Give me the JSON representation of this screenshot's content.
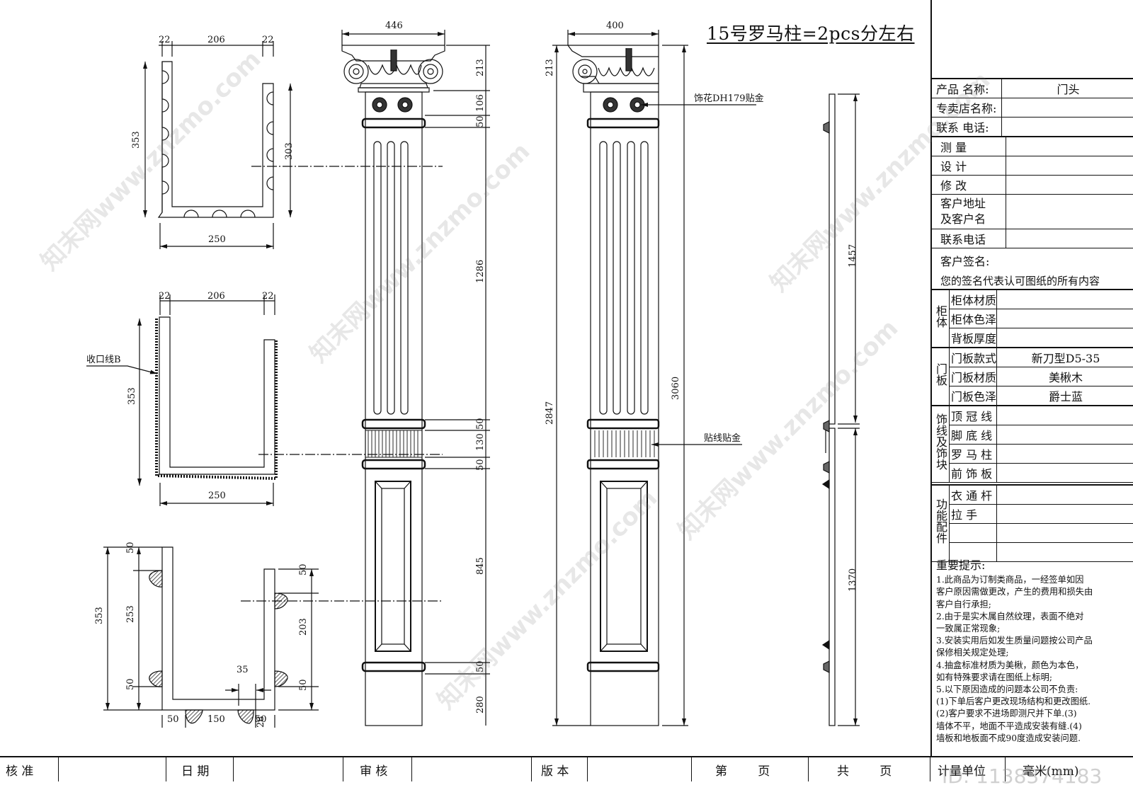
{
  "title": "15号罗马柱=2pcs分左右",
  "sections": {
    "section_a": {
      "top_dims": [
        "22",
        "206",
        "22"
      ],
      "height_left": "353",
      "height_right": "303",
      "bottom_width": "250"
    },
    "section_b": {
      "top_dims": [
        "22",
        "206",
        "22"
      ],
      "height_left": "353",
      "bottom_width": "250",
      "callout": "收口线B"
    },
    "section_c": {
      "left_dims": [
        "353",
        "50",
        "253",
        "50"
      ],
      "right_dims": [
        "50",
        "203",
        "50"
      ],
      "inner_dim": "35",
      "side_dim": "28",
      "bottom_dims": [
        "50",
        "150",
        "50"
      ]
    }
  },
  "front_elevation": {
    "width": "446",
    "segments": [
      "213",
      "106",
      "50",
      "1286",
      "50",
      "130",
      "50",
      "845",
      "50",
      "280"
    ]
  },
  "side_elevation": {
    "width": "400",
    "cap_height": "213",
    "overall_left": "2847",
    "overall_right": "3060",
    "callout_flower": "饰花DH179贴金",
    "callout_line": "贴线贴金"
  },
  "profile": {
    "upper": "1457",
    "lower": "1370"
  },
  "info_panel": {
    "rows_top": [
      {
        "label": "产品  名称:",
        "value": "门头"
      },
      {
        "label": "专卖店名称:",
        "value": ""
      },
      {
        "label": "联系  电话:",
        "value": ""
      }
    ],
    "rows_mid": [
      {
        "label": "测    量",
        "value": ""
      },
      {
        "label": "设    计",
        "value": ""
      },
      {
        "label": "修    改",
        "value": ""
      },
      {
        "label": "客户地址\n及客户名",
        "value": ""
      },
      {
        "label": "联系电话",
        "value": ""
      }
    ],
    "signature_label": "客户签名:",
    "signature_note": "您的签名代表认可图纸的所有内容",
    "groups": [
      {
        "name": "柜体",
        "rows": [
          {
            "label": "柜体材质",
            "value": ""
          },
          {
            "label": "柜体色泽",
            "value": ""
          },
          {
            "label": "背板厚度",
            "value": ""
          }
        ]
      },
      {
        "name": "门板",
        "rows": [
          {
            "label": "门板款式",
            "value": "新刀型D5-35"
          },
          {
            "label": "门板材质",
            "value": "美楸木"
          },
          {
            "label": "门板色泽",
            "value": "爵士蓝"
          }
        ]
      },
      {
        "name": "饰线及饰块",
        "rows": [
          {
            "label": "顶 冠 线",
            "value": ""
          },
          {
            "label": "脚 底 线",
            "value": ""
          },
          {
            "label": "罗 马 柱",
            "value": ""
          },
          {
            "label": "前 饰 板",
            "value": ""
          }
        ]
      },
      {
        "name": "功能配件",
        "rows": [
          {
            "label": "衣 通 杆",
            "value": ""
          },
          {
            "label": "拉    手",
            "value": ""
          },
          {
            "label": "",
            "value": ""
          },
          {
            "label": "",
            "value": ""
          }
        ]
      }
    ],
    "notes_heading": "重要提示:",
    "notes": [
      "1.此商品为订制类商品，一经签单如因",
      "客户原因需做更改，产生的费用和损失由",
      "客户自行承担;",
      "2.由于是实木属自然纹理，表面不绝对",
      "一致属正常现象;",
      "3.安装实用后如发生质量问题按公司产品",
      "保修相关规定处理;",
      "4.抽盒标准材质为美楸，颜色为本色，",
      "如有特殊要求请在图纸上标明;",
      "5.以下原因造成的问题本公司不负责:",
      "(1)下单后客户更改现场结构和更改图纸.",
      "(2)客户要求不进场即测尺并下单.(3)",
      "墙体不平，地面不平造成安装有缝.(4)",
      "墙板和地板面不成90度造成安装问题."
    ]
  },
  "footer": {
    "approve": "核  准",
    "date": "日  期",
    "review": "审  核",
    "version": "版  本",
    "page_no": "第        页",
    "page_total": "共        页",
    "unit_label": "计量单位",
    "unit_value": "毫米(mm)"
  },
  "watermark": {
    "text": "知末网www.znzmo.com",
    "id": "ID: 1138374183"
  }
}
